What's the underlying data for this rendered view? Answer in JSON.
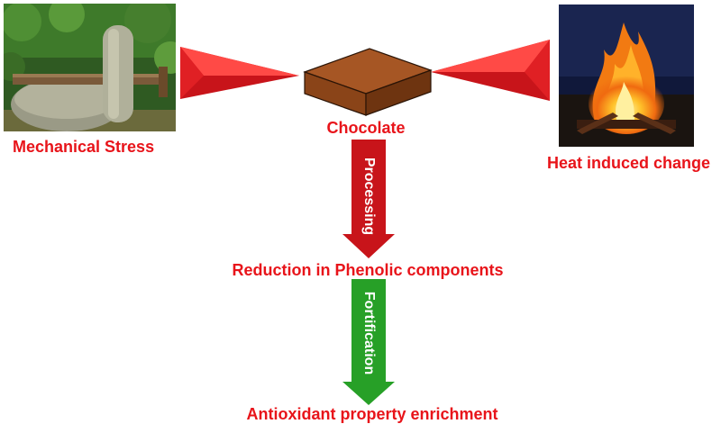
{
  "labels": {
    "chocolate": "Chocolate",
    "mechanical_stress": "Mechanical Stress",
    "heat_change": "Heat induced change",
    "reduction": "Reduction in Phenolic components",
    "enrichment": "Antioxidant property enrichment"
  },
  "arrows": {
    "processing": "Processing",
    "fortification": "Fortification"
  },
  "colors": {
    "label_red": "#e8141a",
    "arrow_red": "#c8141a",
    "arrow_green": "#27a027",
    "chocolate_brown": "#9a4a1a"
  },
  "images": {
    "left": "millstone-photo",
    "right": "bonfire-photo"
  }
}
